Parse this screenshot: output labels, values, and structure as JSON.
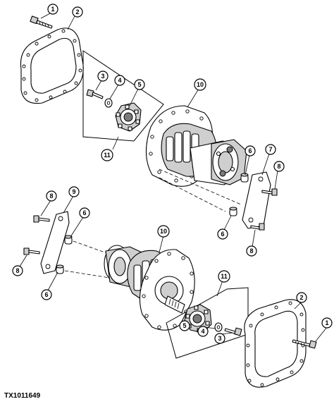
{
  "figure_id": "TX1011649",
  "callouts": {
    "c1a": "1",
    "c2a": "2",
    "c3a": "3",
    "c4a": "4",
    "c5a": "5",
    "c11a": "11",
    "c10a": "10",
    "c6a": "6",
    "c7": "7",
    "c8a": "8",
    "c6b": "6",
    "c8b": "8",
    "c8c": "8",
    "c9": "9",
    "c6c": "6",
    "c8d": "8",
    "c6d": "6",
    "c10b": "10",
    "c11b": "11",
    "c2b": "2",
    "c1b": "1",
    "c5b": "5",
    "c4b": "4",
    "c3b": "3"
  }
}
